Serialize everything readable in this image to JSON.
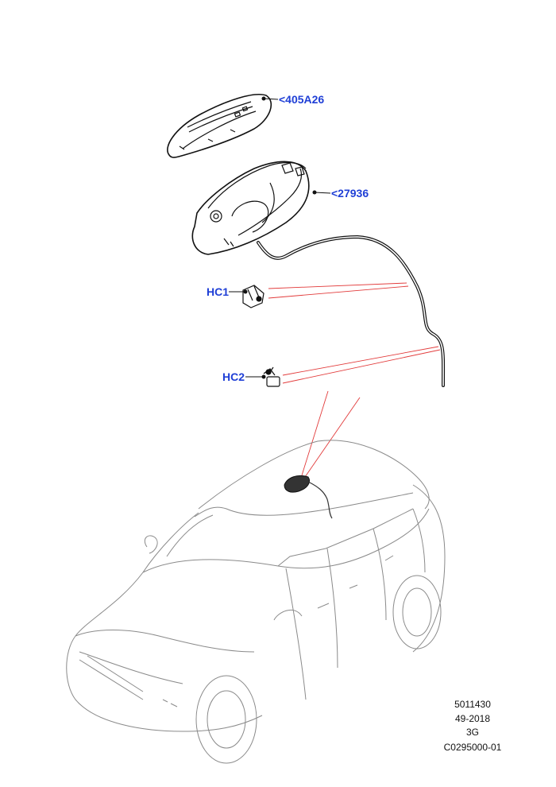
{
  "callouts": {
    "lamp_part": "<405A26",
    "housing_part": "<27936",
    "hc1": "HC1",
    "hc2": "HC2"
  },
  "footer": {
    "line1": "5011430",
    "line2": "49-2018",
    "line3": "3G",
    "line4": "C0295000-01"
  },
  "colors": {
    "callout_text": "#1f3fd6",
    "leader_lines": "#e23b3b",
    "drawing_ink": "#111111",
    "vehicle_ink": "#8a8a8a"
  }
}
